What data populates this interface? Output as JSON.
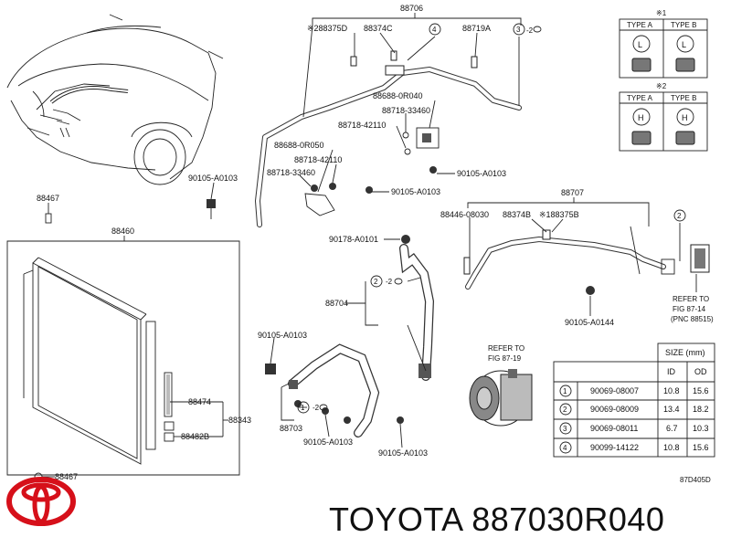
{
  "diagram_code": "87D405D",
  "brand_caption": "TOYOTA 887030R040",
  "colors": {
    "logo_red": "#d6101a",
    "ink": "#222222"
  },
  "labels": {
    "p88706": "88706",
    "p88375D": "※288375D",
    "p88374C": "88374C",
    "p88719A": "88719A",
    "c3_2": "-2",
    "p88688_0R040": "88688-0R040",
    "p88718_33460_a": "88718-33460",
    "p88718_42110_a": "88718-42110",
    "p90105_A0103_a": "90105-A0103",
    "p88688_0R050": "88688-0R050",
    "p88718_42110_b": "88718-42110",
    "p88718_33460_b": "88718-33460",
    "p90105_A0103_b": "90105-A0103",
    "p90105_A0103_c": "90105-A0103",
    "p88467_top": "88467",
    "p88460": "88460",
    "p88707": "88707",
    "p88446": "88446-08030",
    "p88374B": "88374B",
    "p88375B": "※188375B",
    "p90178": "90178-A0101",
    "p88704": "88704",
    "c2_2": "-2",
    "refer_87_14_1": "REFER TO",
    "refer_87_14_2": "FIG 87-14",
    "refer_87_14_3": "(PNC 88515)",
    "p90105_A0144": "90105-A0144",
    "p90105_A0103_d": "90105-A0103",
    "refer_87_19_1": "REFER TO",
    "refer_87_19_2": "FIG 87-19",
    "p88474": "88474",
    "p88343": "88343",
    "p88482B": "88482B",
    "c1_2": "-2",
    "p88703": "88703",
    "p90105_A0103_e": "90105-A0103",
    "p90105_A0103_f": "90105-A0103",
    "p88467_bottom": "88467"
  },
  "circle_numbers": {
    "c4": "4",
    "c3": "3",
    "c2a": "2",
    "c2b": "2",
    "c1": "1"
  },
  "type_tables": [
    {
      "mark": "※1",
      "col_a": "TYPE A",
      "col_b": "TYPE B",
      "glyph_a": "L",
      "glyph_b": "L"
    },
    {
      "mark": "※2",
      "col_a": "TYPE A",
      "col_b": "TYPE B",
      "glyph_a": "H",
      "glyph_b": "H"
    }
  ],
  "size_table": {
    "title": "SIZE (mm)",
    "headers": [
      "ID",
      "OD"
    ],
    "rows": [
      {
        "ref": "1",
        "part": "90069-08007",
        "id": "10.8",
        "od": "15.6"
      },
      {
        "ref": "2",
        "part": "90069-08009",
        "id": "13.4",
        "od": "18.2"
      },
      {
        "ref": "3",
        "part": "90069-08011",
        "id": "6.7",
        "od": "10.3"
      },
      {
        "ref": "4",
        "part": "90099-14122",
        "id": "10.8",
        "od": "15.6"
      }
    ]
  }
}
